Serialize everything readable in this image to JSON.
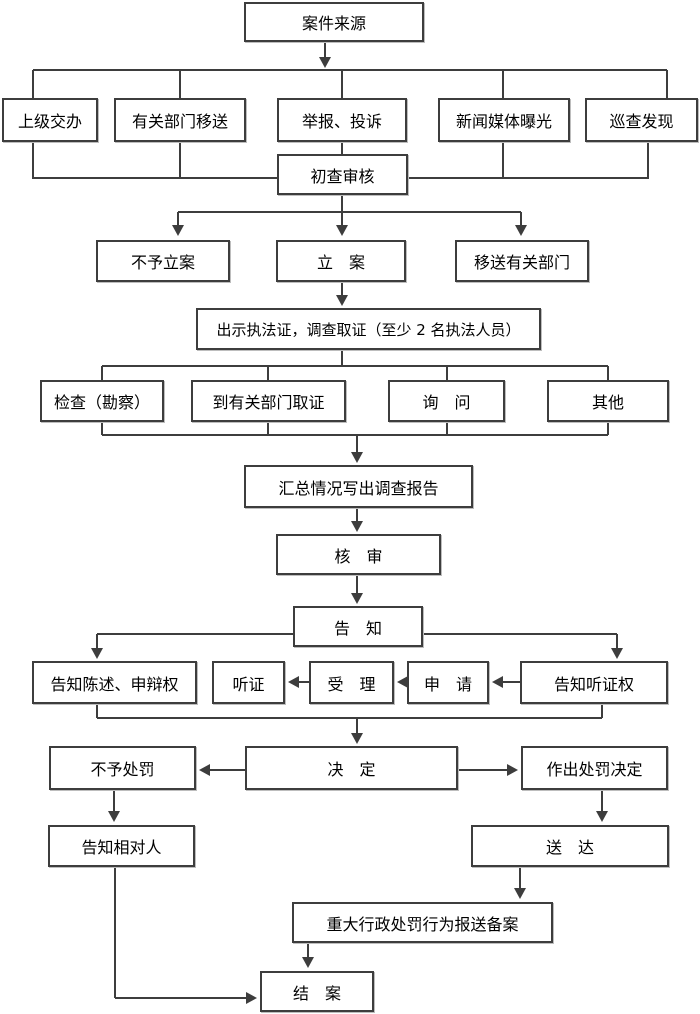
{
  "nodes": {
    "case_source": "案件来源",
    "superior_assign": "上级交办",
    "dept_transfer_in": "有关部门移送",
    "report_complaint": "举报、投诉",
    "media_exposure": "新闻媒体曝光",
    "patrol_discovery": "巡查发现",
    "initial_review": "初查审核",
    "no_filing": "不予立案",
    "filing": "立　案",
    "transfer_out": "移送有关部门",
    "show_cert_investigate": "出示执法证，调查取证（至少 2 名执法人员）",
    "inspection": "检查（勘察）",
    "evidence_from_depts": "到有关部门取证",
    "inquiry": "询　问",
    "other": "其他",
    "summary_report": "汇总情况写出调查报告",
    "verify_review": "核　审",
    "notify": "告　知",
    "notify_statement_right": "告知陈述、申辩权",
    "hearing": "听证",
    "accept": "受　理",
    "apply": "申　请",
    "notify_hearing_right": "告知听证权",
    "no_penalty": "不予处罚",
    "decision": "决　定",
    "make_penalty_decision": "作出处罚决定",
    "notify_party": "告知相对人",
    "serve": "送　达",
    "major_penalty_record": "重大行政处罚行为报送备案",
    "close_case": "结　案"
  }
}
